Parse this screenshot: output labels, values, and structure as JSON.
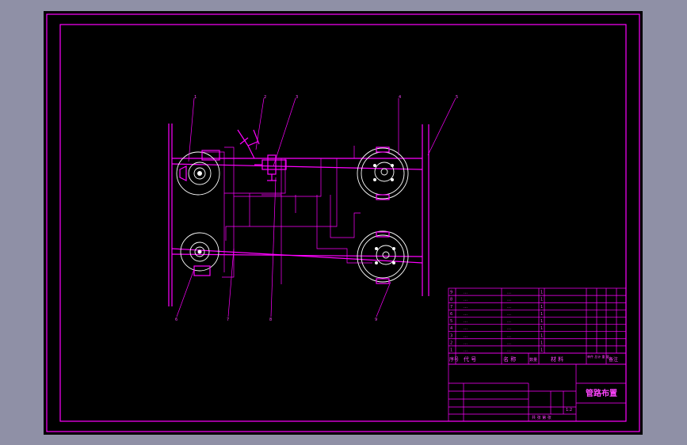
{
  "colors": {
    "workspace_bg": "#8f90a6",
    "canvas_bg": "#000000",
    "line": "#ff00ff",
    "detail": "#ffffff"
  },
  "balloons": [
    "1",
    "2",
    "3",
    "4",
    "5",
    "6",
    "7",
    "8",
    "9"
  ],
  "parts_list": [
    {
      "no": "9",
      "code": "…",
      "name": "…",
      "qty": "1"
    },
    {
      "no": "8",
      "code": "…",
      "name": "…",
      "qty": "1"
    },
    {
      "no": "7",
      "code": "…",
      "name": "…",
      "qty": "1"
    },
    {
      "no": "6",
      "code": "…",
      "name": "…",
      "qty": "1"
    },
    {
      "no": "5",
      "code": "…",
      "name": "…",
      "qty": "1"
    },
    {
      "no": "4",
      "code": "…",
      "name": "…",
      "qty": "1"
    },
    {
      "no": "3",
      "code": "…",
      "name": "…",
      "qty": "1"
    },
    {
      "no": "2",
      "code": "…",
      "name": "…",
      "qty": "1"
    },
    {
      "no": "1",
      "code": "…",
      "name": "…",
      "qty": "1"
    }
  ],
  "header": {
    "seq": "序号",
    "code": "代 号",
    "name": "名 称",
    "qty": "数量",
    "material": "材 料",
    "weight": "单件 总计 重 量",
    "remark": "备注"
  },
  "title_block": {
    "drawing_title": "管路布置",
    "scale": "1:2",
    "sheet": "共 张 第 张"
  }
}
